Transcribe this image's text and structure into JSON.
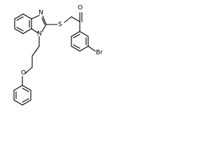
{
  "molecule": {
    "atoms": {
      "oxygen_carbonyl": "O",
      "sulfur": "S",
      "nitrogen_imidazole": "N",
      "nitrogen_substituted": "N",
      "oxygen_ether": "O",
      "bromine": "Br"
    }
  }
}
